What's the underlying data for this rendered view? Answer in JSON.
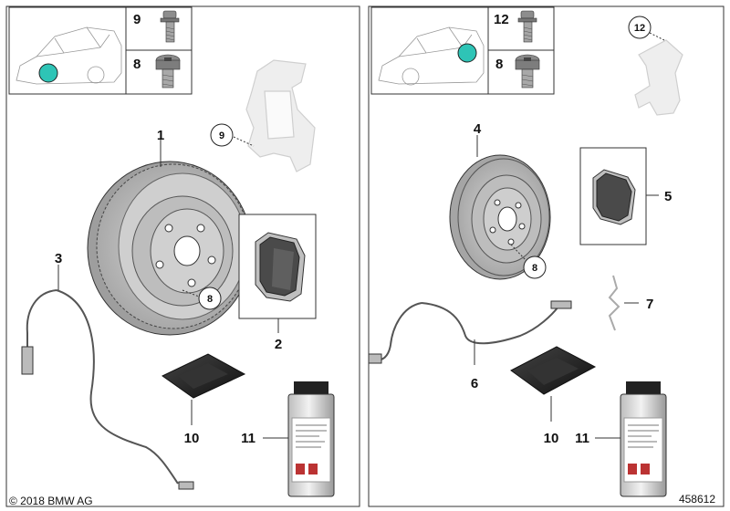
{
  "labels": {
    "left_inset_top": "9",
    "left_inset_bottom": "8",
    "right_inset_top": "12",
    "right_inset_bottom": "8",
    "brake_disc_front": "1",
    "brake_pads_front": "2",
    "wear_sensor_front": "3",
    "brake_disc_rear": "4",
    "brake_pads_rear": "5",
    "wear_sensor_rear": "6",
    "spring_clip": "7",
    "callout_screw_front": "8",
    "callout_caliper_front": "9",
    "callout_screw_rear": "8",
    "callout_caliper_rear": "12",
    "grease_front": "10",
    "grease_rear": "10",
    "spray_can_front": "11",
    "spray_can_rear": "11"
  },
  "footer": {
    "copyright": "© 2018 BMW AG",
    "diagram_number": "458612"
  },
  "colors": {
    "position_marker": "#2ec4b6",
    "outline": "#222222",
    "disc_fill": "#c9c9c9",
    "pad_fill": "#555555"
  }
}
